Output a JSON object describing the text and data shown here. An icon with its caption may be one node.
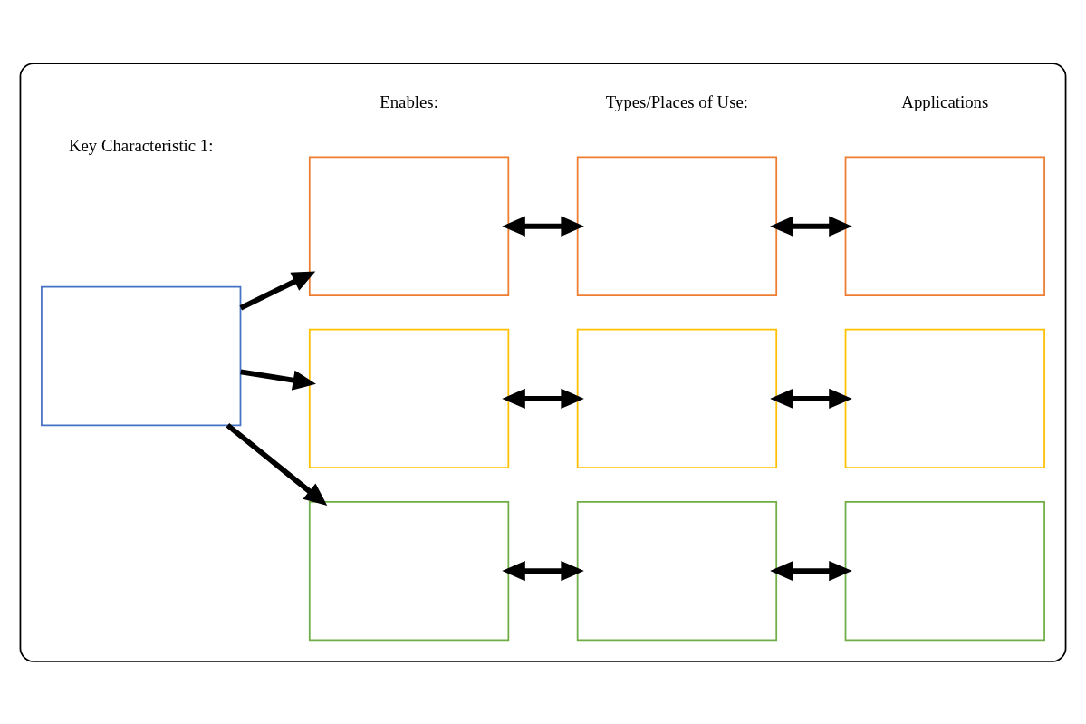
{
  "diagram": {
    "nodes": [
      {
        "text": [],
        "shape": "box"
      },
      {
        "text": [],
        "shape": "box",
        "in": 0
      },
      {
        "text": [],
        "shape": "box",
        "in": 0
      },
      {
        "text": [],
        "shape": "box",
        "in": 0
      },
      {
        "text": [],
        "shape": "box",
        "in": 0
      },
      {
        "text": [],
        "shape": "box",
        "in": 0
      },
      {
        "text": [],
        "shape": "box",
        "in": 0
      },
      {
        "text": [],
        "shape": "box",
        "in": 0
      },
      {
        "text": [],
        "shape": "box",
        "in": 0
      },
      {
        "text": [],
        "shape": "box",
        "in": 0
      },
      {
        "text": [],
        "shape": "box",
        "in": 0
      }
    ],
    "edges": [
      {
        "from": 1,
        "to": 2,
        "arrow": "to"
      },
      {
        "from": 1,
        "to": 3,
        "arrow": "to"
      },
      {
        "from": 1,
        "to": 4,
        "arrow": "to"
      },
      {
        "from": 2,
        "to": 5,
        "arrow": "both"
      },
      {
        "from": 3,
        "to": 6,
        "arrow": "both"
      },
      {
        "from": 4,
        "to": 7,
        "arrow": "both"
      },
      {
        "from": 5,
        "to": 8,
        "arrow": "both"
      },
      {
        "from": 6,
        "to": 9,
        "arrow": "both"
      },
      {
        "from": 7,
        "to": 10,
        "arrow": "both"
      }
    ],
    "labels": [
      "Key Characteristic 1:",
      "Enables:",
      "Types/Places of Use:",
      "Applications"
    ]
  }
}
